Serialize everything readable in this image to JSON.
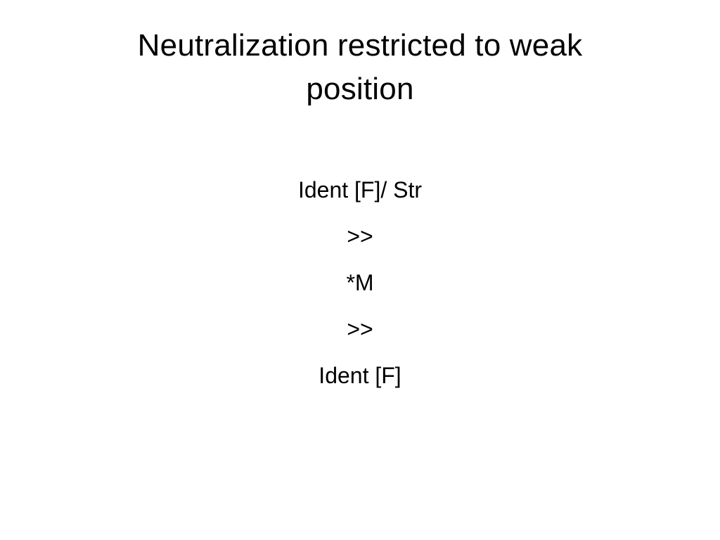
{
  "slide": {
    "title_lines": [
      "Neutralization restricted to weak",
      "position"
    ],
    "body_lines": [
      "Ident [F]/ Str",
      ">>",
      "*M",
      ">>",
      "Ident [F]"
    ]
  }
}
